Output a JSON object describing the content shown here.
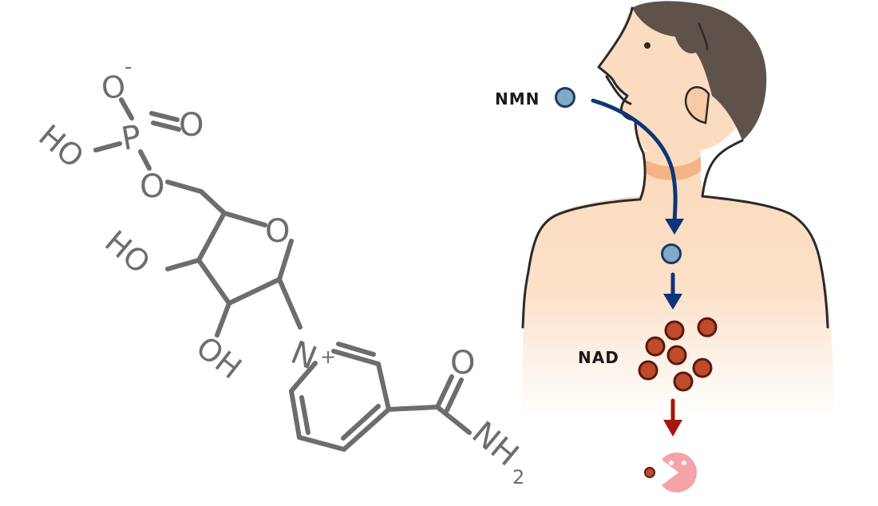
{
  "molecule": {
    "atoms": {
      "phosphate_o_minus": "O",
      "phosphate_minus_sign": "-",
      "phosphorus": "P",
      "phosphate_o_double": "O",
      "phosphate_oh": "HO",
      "ester_o": "O",
      "ring_o": "O",
      "ribose_oh_left": "HO",
      "ribose_oh_bottom": "OH",
      "pyridinium_n": "N",
      "pyridinium_charge": "+",
      "amide_o": "O",
      "amide_nh": "NH",
      "amide_nh_subscript": "2"
    }
  },
  "illustration": {
    "nmn_label": "NMN",
    "nad_label": "NAD",
    "colors": {
      "skin": "#fbdcc0",
      "neck_shade": "#f4b486",
      "hair": "#5e524b",
      "outline": "#2a2a2a",
      "nmn_dot": "#7fa9c7",
      "nmn_dot_outline": "#1f3a5a",
      "nad_dot": "#bf4a2c",
      "nad_dot_outline": "#5a1a10",
      "pathway_arrow": "#0e3577",
      "final_arrow": "#a5170f",
      "pacman": "#f4a3a7",
      "molecule_gray": "#6d6d6d"
    }
  }
}
